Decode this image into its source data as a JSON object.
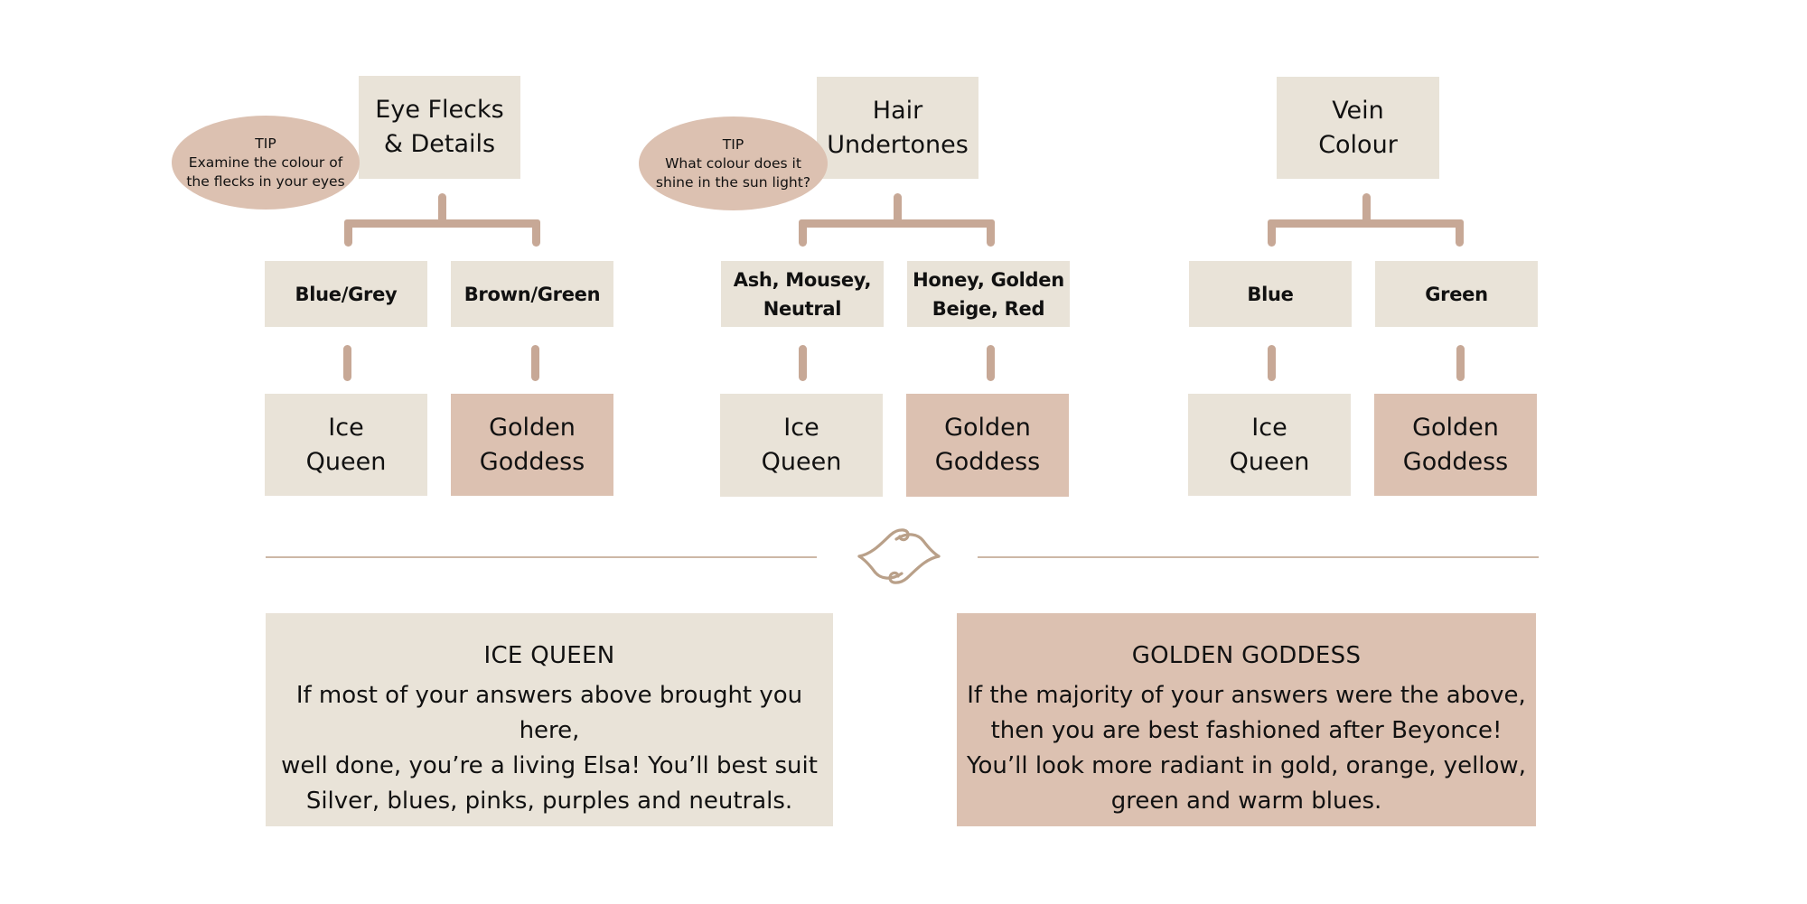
{
  "colors": {
    "box_beige": "#e9e3d8",
    "box_rose": "#dcc1b1",
    "connector": "#c7a896",
    "divider": "#cdb7a6",
    "ornament": "#b9a089",
    "text": "#111111"
  },
  "columns": [
    {
      "question": "Eye Flecks\n& Details",
      "tip": {
        "label": "TIP",
        "text": "Examine the colour of\nthe flecks in your eyes"
      },
      "answers": [
        {
          "label": "Blue/Grey",
          "result": "Ice\nQueen"
        },
        {
          "label": "Brown/Green",
          "result": "Golden\nGoddess"
        }
      ]
    },
    {
      "question": "Hair\nUndertones",
      "tip": {
        "label": "TIP",
        "text": "What colour does it\nshine in the sun light?"
      },
      "answers": [
        {
          "label": "Ash, Mousey,\nNeutral",
          "result": "Ice\nQueen"
        },
        {
          "label": "Honey, Golden\nBeige, Red",
          "result": "Golden\nGoddess"
        }
      ]
    },
    {
      "question": "Vein\nColour",
      "answers": [
        {
          "label": "Blue",
          "result": "Ice\nQueen"
        },
        {
          "label": "Green",
          "result": "Golden\nGoddess"
        }
      ]
    }
  ],
  "divider": {
    "ornament_icon": "flourish-ornament-icon"
  },
  "results": [
    {
      "title": "ICE QUEEN",
      "text": "If most of your answers above brought you here,\nwell done, you’re a living Elsa! You’ll best suit\nSilver, blues, pinks, purples and neutrals."
    },
    {
      "title": "GOLDEN GODDESS",
      "text": "If the majority of your answers were the above,\nthen you are best fashioned after Beyonce!\nYou’ll look more radiant in gold, orange, yellow,\ngreen and warm blues."
    }
  ]
}
